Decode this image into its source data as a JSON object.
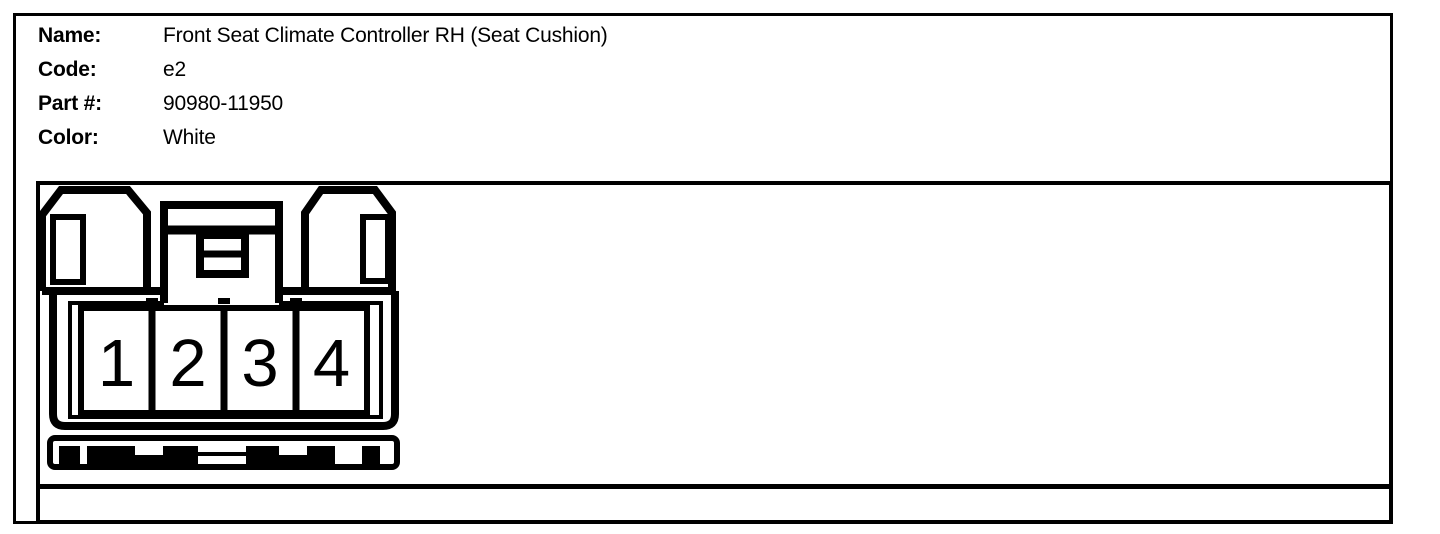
{
  "header": {
    "fields": [
      {
        "label": "Name:",
        "value": "Front Seat Climate Controller RH (Seat Cushion)"
      },
      {
        "label": "Code:",
        "value": "e2"
      },
      {
        "label": "Part #:",
        "value": "90980-11950"
      },
      {
        "label": "Color:",
        "value": "White"
      }
    ]
  },
  "diagram": {
    "pins": [
      "1",
      "2",
      "3",
      "4"
    ]
  },
  "colors": {
    "ink": "#000000",
    "paper": "#ffffff"
  }
}
